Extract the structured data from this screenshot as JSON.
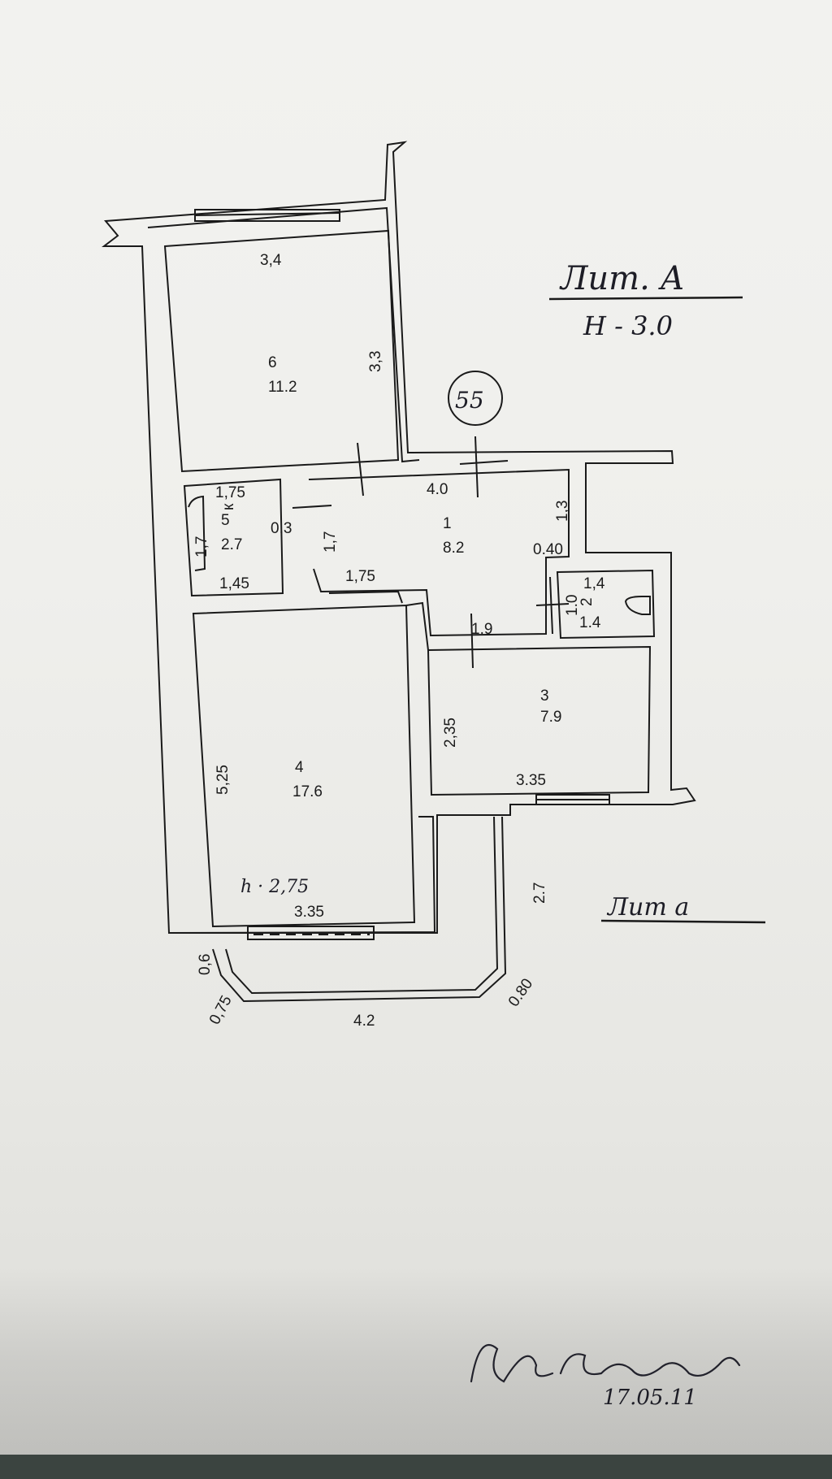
{
  "header": {
    "lit_a": "Лит. А",
    "height_a": "H - 3.0",
    "building_no": "55",
    "lit_a_small": "Лит а"
  },
  "rooms": [
    {
      "id": "6",
      "name": "6",
      "area": "11.2",
      "dims": [
        "3,4",
        "3,3"
      ]
    },
    {
      "id": "5",
      "name": "5",
      "area": "2.7",
      "dims": [
        "1,75",
        "1,7",
        "1,45"
      ]
    },
    {
      "id": "1",
      "name": "1",
      "area": "8.2",
      "dims": [
        "4.0",
        "1,3",
        "1,7",
        "1,75",
        "0.40",
        "0,3"
      ]
    },
    {
      "id": "2",
      "name": "2",
      "area": "1.4",
      "dims": [
        "1,4",
        "1.0"
      ]
    },
    {
      "id": "3",
      "name": "3",
      "area": "7.9",
      "dims": [
        "1.9",
        "2,35",
        "3.35"
      ]
    },
    {
      "id": "4",
      "name": "4",
      "area": "17.6",
      "dims": [
        "5,25",
        "3.35"
      ]
    }
  ],
  "labels": {
    "room4_height": "h · 2,75",
    "closet_k": "к",
    "balcony_depth": "2.7",
    "balcony_side_left": "0,6",
    "balcony_corner_left": "0,75",
    "balcony_length": "4.2",
    "balcony_corner_right": "0.80"
  },
  "footer": {
    "signature_date": "17.05.11"
  }
}
